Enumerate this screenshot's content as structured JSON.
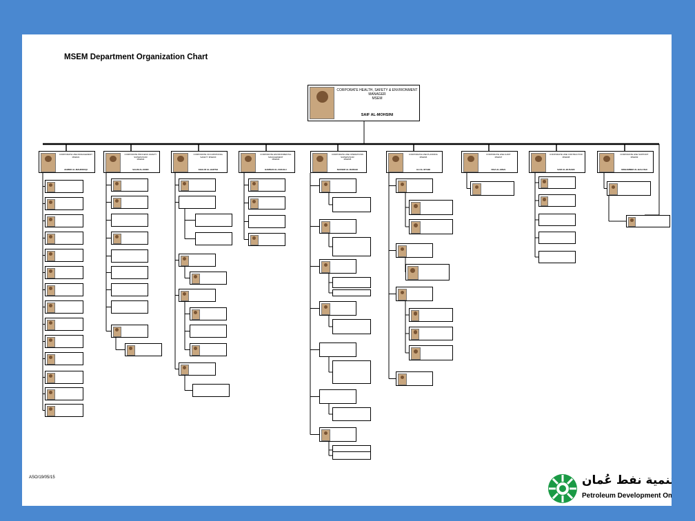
{
  "title": "MSEM Department Organization Chart",
  "footer_code": "ASO/19/05/15",
  "logo": {
    "arabic": "شركة تنمية نفط عُمان",
    "english": "Petroleum Development Oman",
    "green": "#1a9a45"
  },
  "colors": {
    "background": "#4a88d0",
    "slide": "#ffffff",
    "line": "#000000"
  },
  "root": {
    "title": "CORPORATE HEALTH, SAFETY & ENVIRONMENT\nMANAGER\nMSEM",
    "name": "SAIF AL-MOHSINI"
  },
  "level2": [
    {
      "title": "CORPORATE HSE MANAGEMENT\nMSEM1",
      "name": "AHMED AL-MAHROOQI"
    },
    {
      "title": "CORPORATE PROCESS SAFETY\nSUPERVISOR\nMSEM2",
      "name": "SALIM AL-KINDI"
    },
    {
      "title": "CORPORATE OCCUPATIONAL\nSAFETY MSEM3",
      "name": "KHALID AL-HARTHI"
    },
    {
      "title": "CORPORATE ENVIRONMENTAL\nMANAGEMENT\nMSEM4",
      "name": "HAMDAN AL-ZADJALI"
    },
    {
      "title": "CORPORATE HSE OPERATIONS\nSUPERVISOR\nMSEM5",
      "name": "NASSER AL-RAWAHI"
    },
    {
      "title": "CORPORATE HSE PLANNING\nMSEM6",
      "name": "ALI AL-SIYABI"
    },
    {
      "title": "CORPORATE HSE AUDIT\nMSEM7",
      "name": "ISSA AL-HINAI"
    },
    {
      "title": "CORPORATE HSE CONTRACTOR\nMSEM8",
      "name": "SAID AL-BUSAIDI"
    },
    {
      "title": "CORPORATE HSE SUPPORT\nMSEM9",
      "name": "MOHAMMED AL-BALUSHI"
    }
  ]
}
